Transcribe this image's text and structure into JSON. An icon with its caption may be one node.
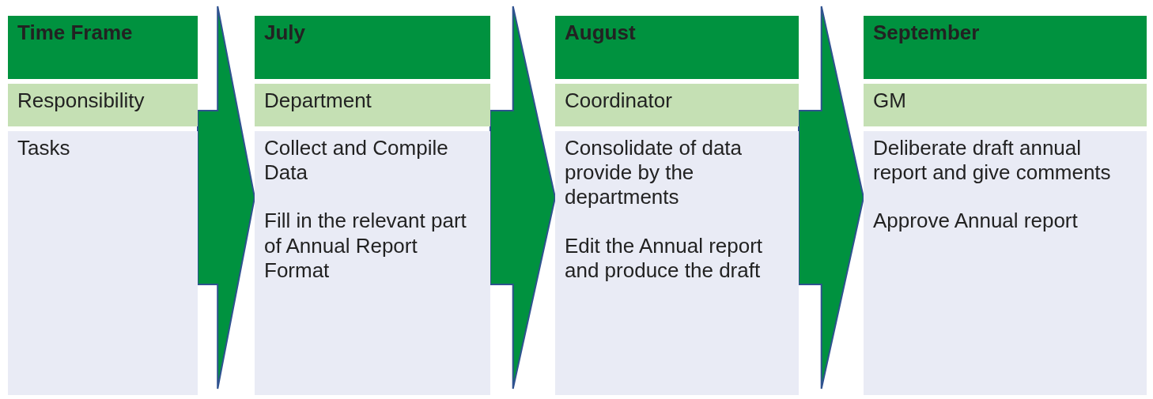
{
  "diagram": {
    "nodes": [
      {
        "text": [
          "Time Frame"
        ]
      },
      {
        "text": [
          "July"
        ]
      },
      {
        "text": [
          "August"
        ]
      },
      {
        "text": [
          "September"
        ]
      },
      {
        "text": [
          "Responsibility"
        ]
      },
      {
        "text": [
          "Department"
        ]
      },
      {
        "text": [
          "Coordinator"
        ]
      },
      {
        "text": [
          "GM"
        ]
      },
      {
        "text": [
          "Tasks"
        ]
      },
      {
        "text": [
          "Collect and Compile Data",
          "Fill in the relevant part of Annual Report Format"
        ]
      },
      {
        "text": [
          "Consolidate of data provide by the departments",
          "Edit the Annual report and produce the draft"
        ]
      },
      {
        "text": [
          "Deliberate draft annual report and give comments",
          "Approve Annual report"
        ]
      }
    ],
    "edges": [
      {
        "from": 8,
        "to": 9,
        "arrow": "to"
      },
      {
        "from": 9,
        "to": 10,
        "arrow": "to"
      },
      {
        "from": 10,
        "to": 11,
        "arrow": "to"
      }
    ]
  }
}
